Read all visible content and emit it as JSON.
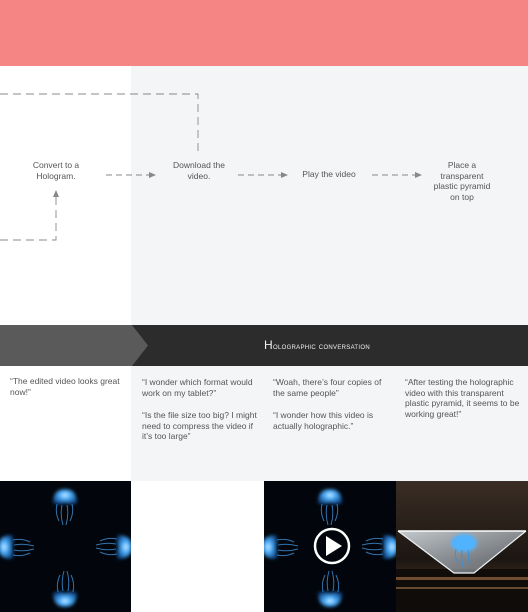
{
  "flow": {
    "steps": [
      "Convert to a Hologram.",
      "Download the video.",
      "Play the video",
      "Place a transparent plastic pyramid on top"
    ]
  },
  "banner": {
    "title_initial": "H",
    "title_rest": "olographic conversation"
  },
  "quotes": {
    "col1": [
      "“The edited video looks great now!”"
    ],
    "col2": [
      "“I wonder which format would work on my tablet?”",
      "“Is the file size too big? I might need to compress the video if it’s too large”"
    ],
    "col3": [
      "“Woah, there’s four copies of the same people”",
      "“I wonder how this video is actually holographic.”"
    ],
    "col4": [
      "“After testing the holographic video with this transparent plastic pyramid, it seems to be working great!”"
    ]
  },
  "colors": {
    "accent": "#f58585",
    "banner_dark": "#2c2c2c",
    "banner_grey": "#5a5a5a",
    "panel_grey": "#f4f5f7",
    "jellyfish": "#4fb3ff"
  },
  "icons": {
    "play": "play-circle-icon",
    "arrow": "arrow-right-icon"
  }
}
